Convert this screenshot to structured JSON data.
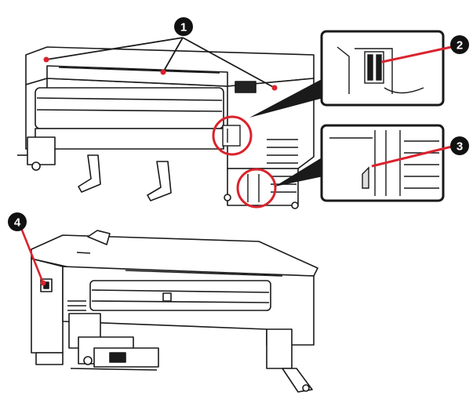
{
  "callouts": [
    {
      "number": "1"
    },
    {
      "number": "2"
    },
    {
      "number": "3"
    },
    {
      "number": "4"
    }
  ],
  "colors": {
    "line": "#1a1a1a",
    "highlight": "#d9232e",
    "badge": "#111111",
    "machine_fill": "#ffffff"
  }
}
